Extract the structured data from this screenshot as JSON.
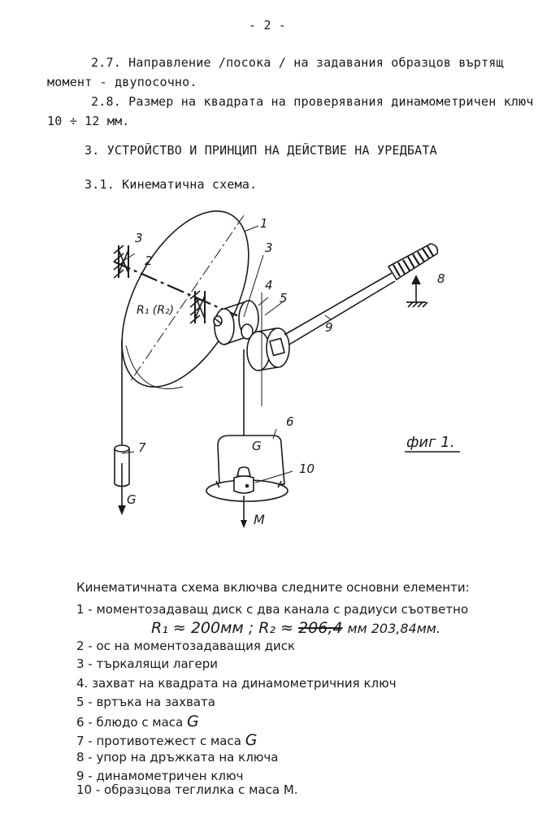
{
  "page_number": "- 2 -",
  "specs": [
    {
      "line1": "2.7. Направление /посока / на задавания образцов въртящ",
      "line2": "момент - двупосочно."
    },
    {
      "line1": "2.8. Размер на квадрата на проверявания динамометричен ключ",
      "line2": "10 ÷ 12 мм."
    }
  ],
  "section_heading": "3. УСТРОЙСТВО И ПРИНЦИП НА ДЕЙСТВИЕ НА УРЕДБАТА",
  "subsection_heading": "3.1. Кинематична схема.",
  "figure": {
    "caption": "фиг 1.",
    "labels": {
      "n1": "1",
      "n2": "2",
      "n3a": "3",
      "n3b": "3",
      "n4": "4",
      "n5": "5",
      "n6": "6",
      "n7": "7",
      "n8": "8",
      "n9": "9",
      "n10": "10",
      "radius": "R₁ (R₂)",
      "g_weight": "G",
      "g_counter": "G",
      "m_mass": "M"
    }
  },
  "elements_intro": "Кинематичната схема включва следните основни елементи:",
  "elements": [
    {
      "text": "1 - моментозадаващ диск с два канала с радиуси съответно"
    },
    {
      "text": "2 - ос на моментозадаващия диск"
    },
    {
      "text": "3 - търкалящи лагери"
    },
    {
      "text": "4. захват на квадрата на динамометричния ключ"
    },
    {
      "text": "5 - вртъка на захвата"
    },
    {
      "text": "6 - блюдо с маса"
    },
    {
      "text": "7 - противотежест с маса"
    },
    {
      "text": "8 - упор на дръжката на ключа"
    },
    {
      "text": "9 - динамометричен ключ"
    },
    {
      "text": "10 - образцова теглилка с маса М."
    }
  ],
  "handwritten": {
    "radii_part1": "R₁ ≈ 200мм ; R₂ ≈",
    "radii_struck": "206,4",
    "radii_part2": "мм 203,84мм.",
    "g6": "G",
    "g7": "G"
  }
}
